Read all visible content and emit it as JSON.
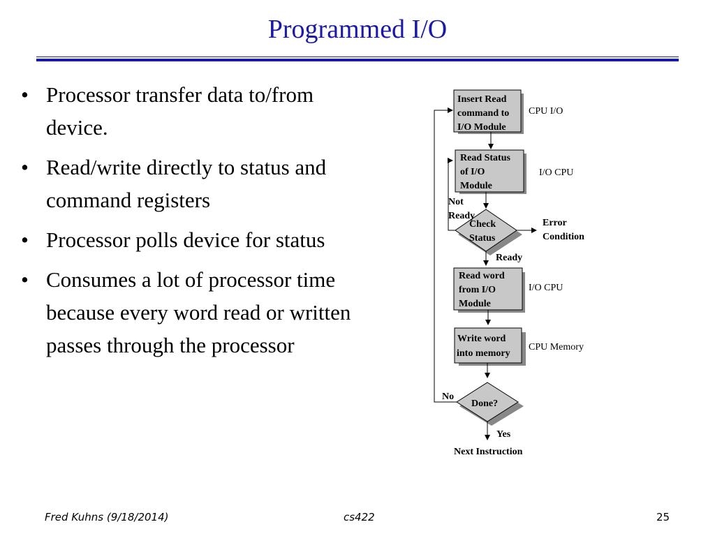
{
  "slide": {
    "title": "Programmed I/O"
  },
  "bullets": [
    "Processor transfer data to/from device.",
    "Read/write directly to status and command registers",
    "Processor polls device for status",
    "Consumes a lot of processor time because every word read or written passes through the processor"
  ],
  "flowchart": {
    "steps": {
      "insert_read": [
        "Insert Read",
        "command to",
        "I/O Module"
      ],
      "read_status": [
        "Read Status",
        "of I/O",
        "Module"
      ],
      "check_status": [
        "Check",
        "Status"
      ],
      "read_word": [
        "Read word",
        "from I/O",
        "Module"
      ],
      "write_word": [
        "Write word",
        "into memory"
      ],
      "done": "Done?"
    },
    "side_labels": {
      "insert_read": "CPU   I/O",
      "read_status": "I/O   CPU",
      "read_word": "I/O   CPU",
      "write_word": "CPU  Memory"
    },
    "branch_labels": {
      "not_ready": [
        "Not",
        "Ready"
      ],
      "error": [
        "Error",
        "Condition"
      ],
      "ready": "Ready",
      "no": "No",
      "yes": "Yes"
    },
    "next_instruction": "Next Instruction"
  },
  "footer": {
    "left": "Fred Kuhns (9/18/2014)",
    "center": "cs422",
    "page_number": "25"
  }
}
